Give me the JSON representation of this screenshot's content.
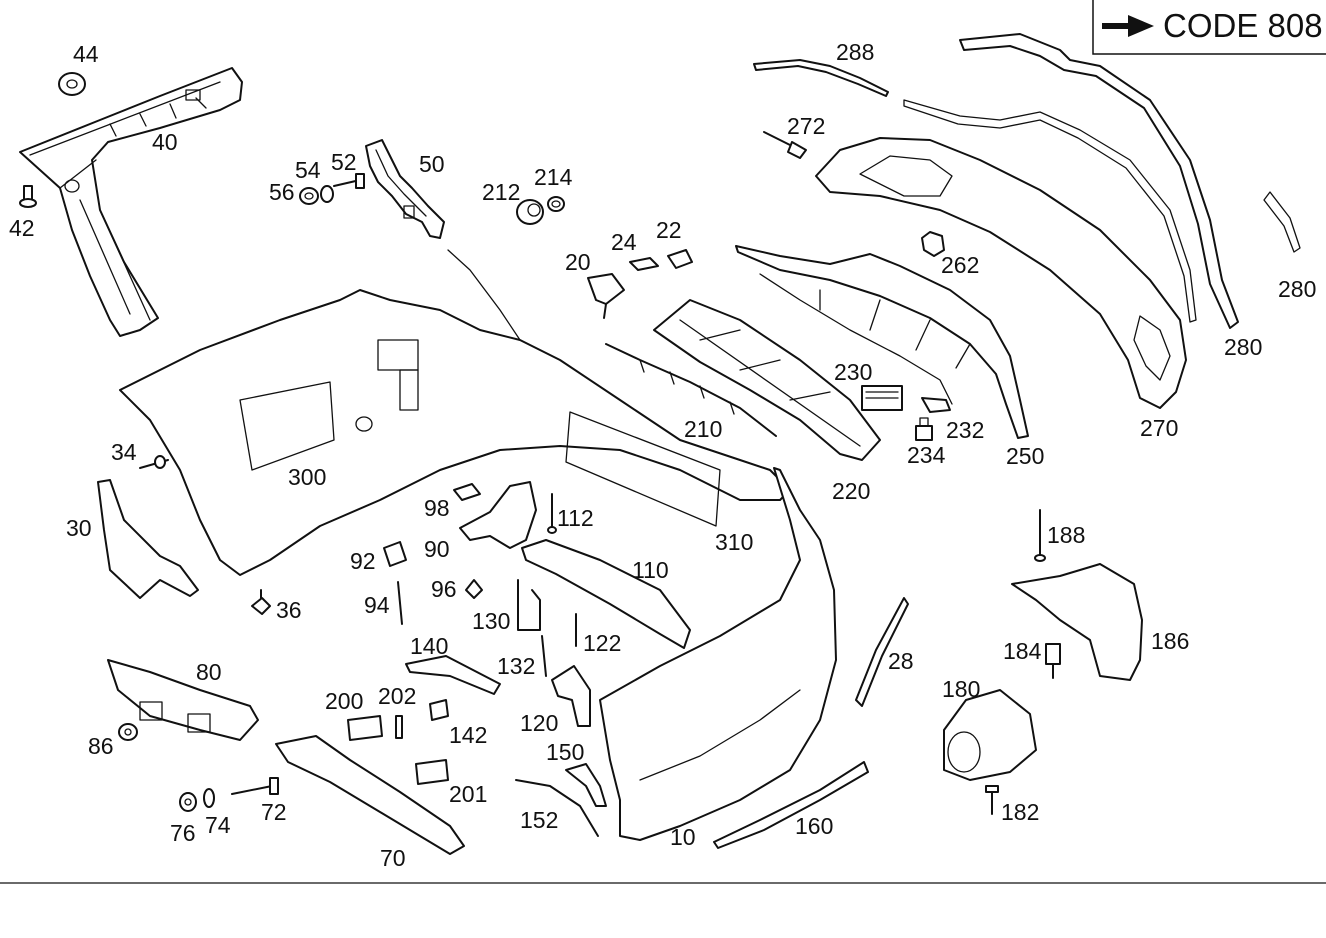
{
  "code_box": {
    "text": "CODE 808",
    "icon": "arrow-right-icon"
  },
  "parts": [
    {
      "id": "44",
      "label": "44"
    },
    {
      "id": "40",
      "label": "40"
    },
    {
      "id": "42",
      "label": "42"
    },
    {
      "id": "54",
      "label": "54"
    },
    {
      "id": "52",
      "label": "52"
    },
    {
      "id": "56",
      "label": "56"
    },
    {
      "id": "50",
      "label": "50"
    },
    {
      "id": "212",
      "label": "212"
    },
    {
      "id": "214",
      "label": "214"
    },
    {
      "id": "288",
      "label": "288"
    },
    {
      "id": "272",
      "label": "272"
    },
    {
      "id": "24",
      "label": "24"
    },
    {
      "id": "22",
      "label": "22"
    },
    {
      "id": "20",
      "label": "20"
    },
    {
      "id": "262",
      "label": "262"
    },
    {
      "id": "280a",
      "label": "280"
    },
    {
      "id": "280b",
      "label": "280"
    },
    {
      "id": "270",
      "label": "270"
    },
    {
      "id": "230",
      "label": "230"
    },
    {
      "id": "232",
      "label": "232"
    },
    {
      "id": "234",
      "label": "234"
    },
    {
      "id": "250",
      "label": "250"
    },
    {
      "id": "210",
      "label": "210"
    },
    {
      "id": "220",
      "label": "220"
    },
    {
      "id": "34",
      "label": "34"
    },
    {
      "id": "300",
      "label": "300"
    },
    {
      "id": "30",
      "label": "30"
    },
    {
      "id": "36",
      "label": "36"
    },
    {
      "id": "98",
      "label": "98"
    },
    {
      "id": "112",
      "label": "112"
    },
    {
      "id": "310",
      "label": "310"
    },
    {
      "id": "92",
      "label": "92"
    },
    {
      "id": "90",
      "label": "90"
    },
    {
      "id": "96",
      "label": "96"
    },
    {
      "id": "110",
      "label": "110"
    },
    {
      "id": "94",
      "label": "94"
    },
    {
      "id": "130",
      "label": "130"
    },
    {
      "id": "122",
      "label": "122"
    },
    {
      "id": "140",
      "label": "140"
    },
    {
      "id": "132",
      "label": "132"
    },
    {
      "id": "80",
      "label": "80"
    },
    {
      "id": "86",
      "label": "86"
    },
    {
      "id": "200",
      "label": "200"
    },
    {
      "id": "202",
      "label": "202"
    },
    {
      "id": "142",
      "label": "142"
    },
    {
      "id": "120",
      "label": "120"
    },
    {
      "id": "150",
      "label": "150"
    },
    {
      "id": "201",
      "label": "201"
    },
    {
      "id": "76",
      "label": "76"
    },
    {
      "id": "74",
      "label": "74"
    },
    {
      "id": "72",
      "label": "72"
    },
    {
      "id": "152",
      "label": "152"
    },
    {
      "id": "70",
      "label": "70"
    },
    {
      "id": "10",
      "label": "10"
    },
    {
      "id": "160",
      "label": "160"
    },
    {
      "id": "28",
      "label": "28"
    },
    {
      "id": "188",
      "label": "188"
    },
    {
      "id": "184",
      "label": "184"
    },
    {
      "id": "186",
      "label": "186"
    },
    {
      "id": "180",
      "label": "180"
    },
    {
      "id": "182",
      "label": "182"
    }
  ]
}
